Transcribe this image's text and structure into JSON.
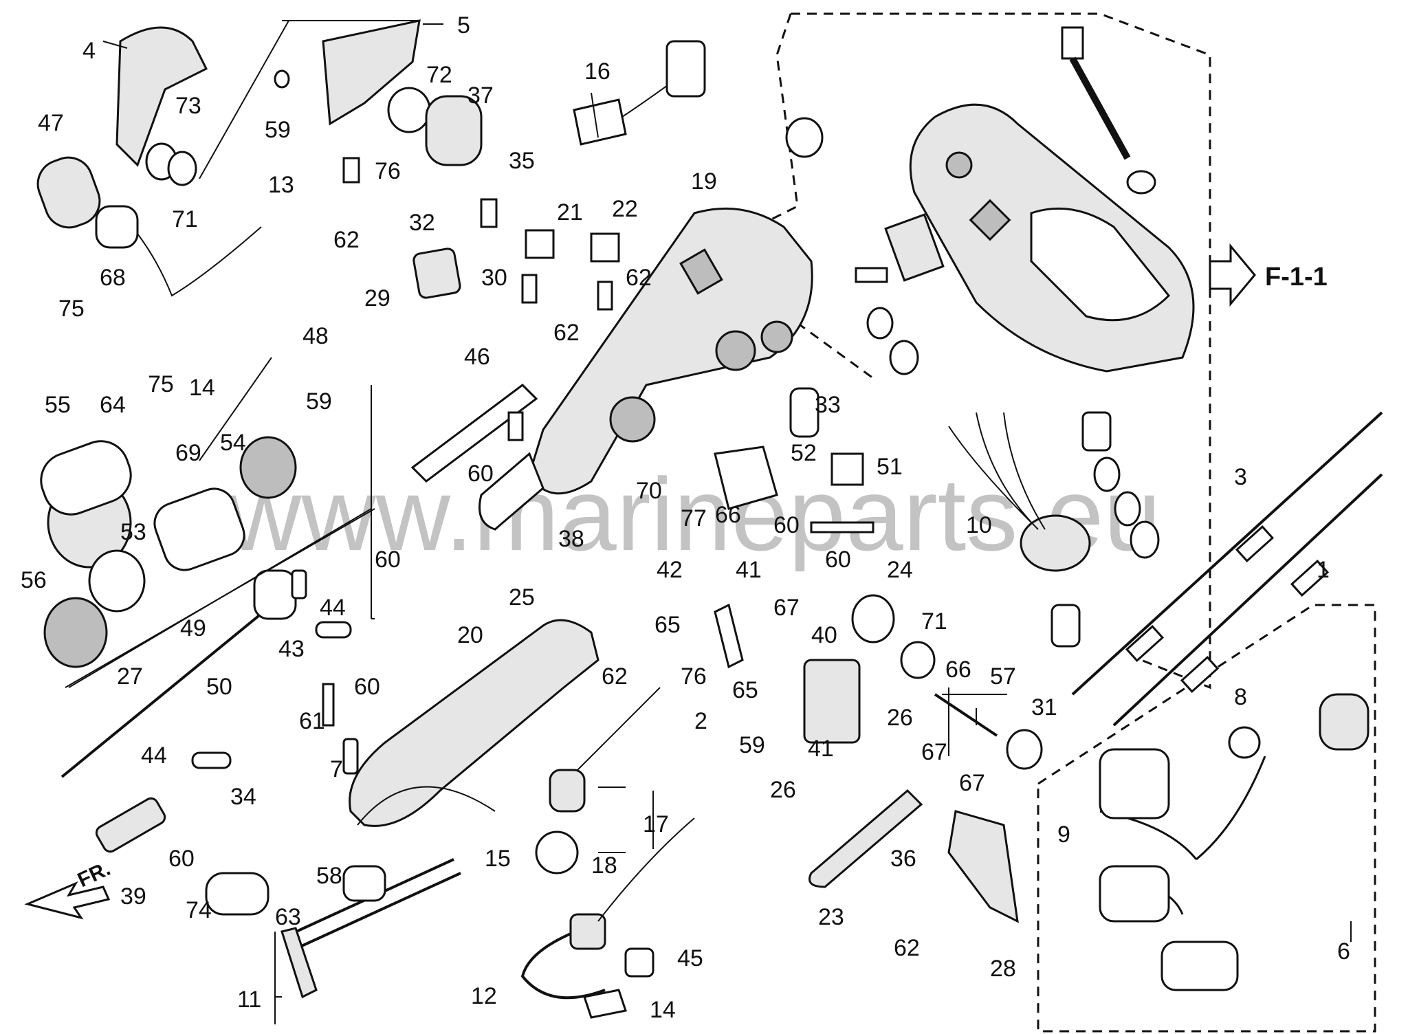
{
  "watermark": "www.marineparts.eu",
  "reference": {
    "label": "F-1-1"
  },
  "direction": {
    "label": "FR."
  },
  "callouts": [
    {
      "id": "c4",
      "text": "4"
    },
    {
      "id": "c5",
      "text": "5"
    },
    {
      "id": "c47",
      "text": "47"
    },
    {
      "id": "c73",
      "text": "73"
    },
    {
      "id": "c71a",
      "text": "71"
    },
    {
      "id": "c59a",
      "text": "59"
    },
    {
      "id": "c72",
      "text": "72"
    },
    {
      "id": "c37",
      "text": "37"
    },
    {
      "id": "c76a",
      "text": "76"
    },
    {
      "id": "c62a",
      "text": "62"
    },
    {
      "id": "c13",
      "text": "13"
    },
    {
      "id": "c16",
      "text": "16"
    },
    {
      "id": "c35",
      "text": "35"
    },
    {
      "id": "c32",
      "text": "32"
    },
    {
      "id": "c21",
      "text": "21"
    },
    {
      "id": "c22",
      "text": "22"
    },
    {
      "id": "c19",
      "text": "19"
    },
    {
      "id": "c30",
      "text": "30"
    },
    {
      "id": "c62b",
      "text": "62"
    },
    {
      "id": "c29",
      "text": "29"
    },
    {
      "id": "c62c",
      "text": "62"
    },
    {
      "id": "c68",
      "text": "68"
    },
    {
      "id": "c75a",
      "text": "75"
    },
    {
      "id": "c48",
      "text": "48"
    },
    {
      "id": "c14a",
      "text": "14"
    },
    {
      "id": "c55",
      "text": "55"
    },
    {
      "id": "c64",
      "text": "64"
    },
    {
      "id": "c75b",
      "text": "75"
    },
    {
      "id": "c59b",
      "text": "59"
    },
    {
      "id": "c46",
      "text": "46"
    },
    {
      "id": "c33",
      "text": "33"
    },
    {
      "id": "c69",
      "text": "69"
    },
    {
      "id": "c54",
      "text": "54"
    },
    {
      "id": "c52",
      "text": "52"
    },
    {
      "id": "c51",
      "text": "51"
    },
    {
      "id": "c60a",
      "text": "60"
    },
    {
      "id": "c53",
      "text": "53"
    },
    {
      "id": "c70",
      "text": "70"
    },
    {
      "id": "c77",
      "text": "77"
    },
    {
      "id": "c66a",
      "text": "66"
    },
    {
      "id": "c60b",
      "text": "60"
    },
    {
      "id": "c10",
      "text": "10"
    },
    {
      "id": "c3",
      "text": "3"
    },
    {
      "id": "c56",
      "text": "56"
    },
    {
      "id": "c38",
      "text": "38"
    },
    {
      "id": "c60c",
      "text": "60"
    },
    {
      "id": "c42",
      "text": "42"
    },
    {
      "id": "c41a",
      "text": "41"
    },
    {
      "id": "c60d",
      "text": "60"
    },
    {
      "id": "c24",
      "text": "24"
    },
    {
      "id": "c1",
      "text": "1"
    },
    {
      "id": "c25",
      "text": "25"
    },
    {
      "id": "c44a",
      "text": "44"
    },
    {
      "id": "c67a",
      "text": "67"
    },
    {
      "id": "c71b",
      "text": "71"
    },
    {
      "id": "c49",
      "text": "49"
    },
    {
      "id": "c65a",
      "text": "65"
    },
    {
      "id": "c40",
      "text": "40"
    },
    {
      "id": "c20",
      "text": "20"
    },
    {
      "id": "c43",
      "text": "43"
    },
    {
      "id": "c27",
      "text": "27"
    },
    {
      "id": "c62d",
      "text": "62"
    },
    {
      "id": "c76b",
      "text": "76"
    },
    {
      "id": "c66b",
      "text": "66"
    },
    {
      "id": "c57",
      "text": "57"
    },
    {
      "id": "c60e",
      "text": "60"
    },
    {
      "id": "c50",
      "text": "50"
    },
    {
      "id": "c65b",
      "text": "65"
    },
    {
      "id": "c2",
      "text": "2"
    },
    {
      "id": "c26a",
      "text": "26"
    },
    {
      "id": "c31",
      "text": "31"
    },
    {
      "id": "c8",
      "text": "8"
    },
    {
      "id": "c61",
      "text": "61"
    },
    {
      "id": "c59c",
      "text": "59"
    },
    {
      "id": "c44b",
      "text": "44"
    },
    {
      "id": "c41b",
      "text": "41"
    },
    {
      "id": "c67b",
      "text": "67"
    },
    {
      "id": "c7",
      "text": "7"
    },
    {
      "id": "c34",
      "text": "34"
    },
    {
      "id": "c26b",
      "text": "26"
    },
    {
      "id": "c67c",
      "text": "67"
    },
    {
      "id": "c9",
      "text": "9"
    },
    {
      "id": "c17",
      "text": "17"
    },
    {
      "id": "c36",
      "text": "36"
    },
    {
      "id": "c15",
      "text": "15"
    },
    {
      "id": "c60f",
      "text": "60"
    },
    {
      "id": "c39",
      "text": "39"
    },
    {
      "id": "c58",
      "text": "58"
    },
    {
      "id": "c18",
      "text": "18"
    },
    {
      "id": "c74",
      "text": "74"
    },
    {
      "id": "c63",
      "text": "63"
    },
    {
      "id": "c23",
      "text": "23"
    },
    {
      "id": "c45",
      "text": "45"
    },
    {
      "id": "c62e",
      "text": "62"
    },
    {
      "id": "c28",
      "text": "28"
    },
    {
      "id": "c6",
      "text": "6"
    },
    {
      "id": "c11",
      "text": "11"
    },
    {
      "id": "c12",
      "text": "12"
    },
    {
      "id": "c14b",
      "text": "14"
    }
  ]
}
